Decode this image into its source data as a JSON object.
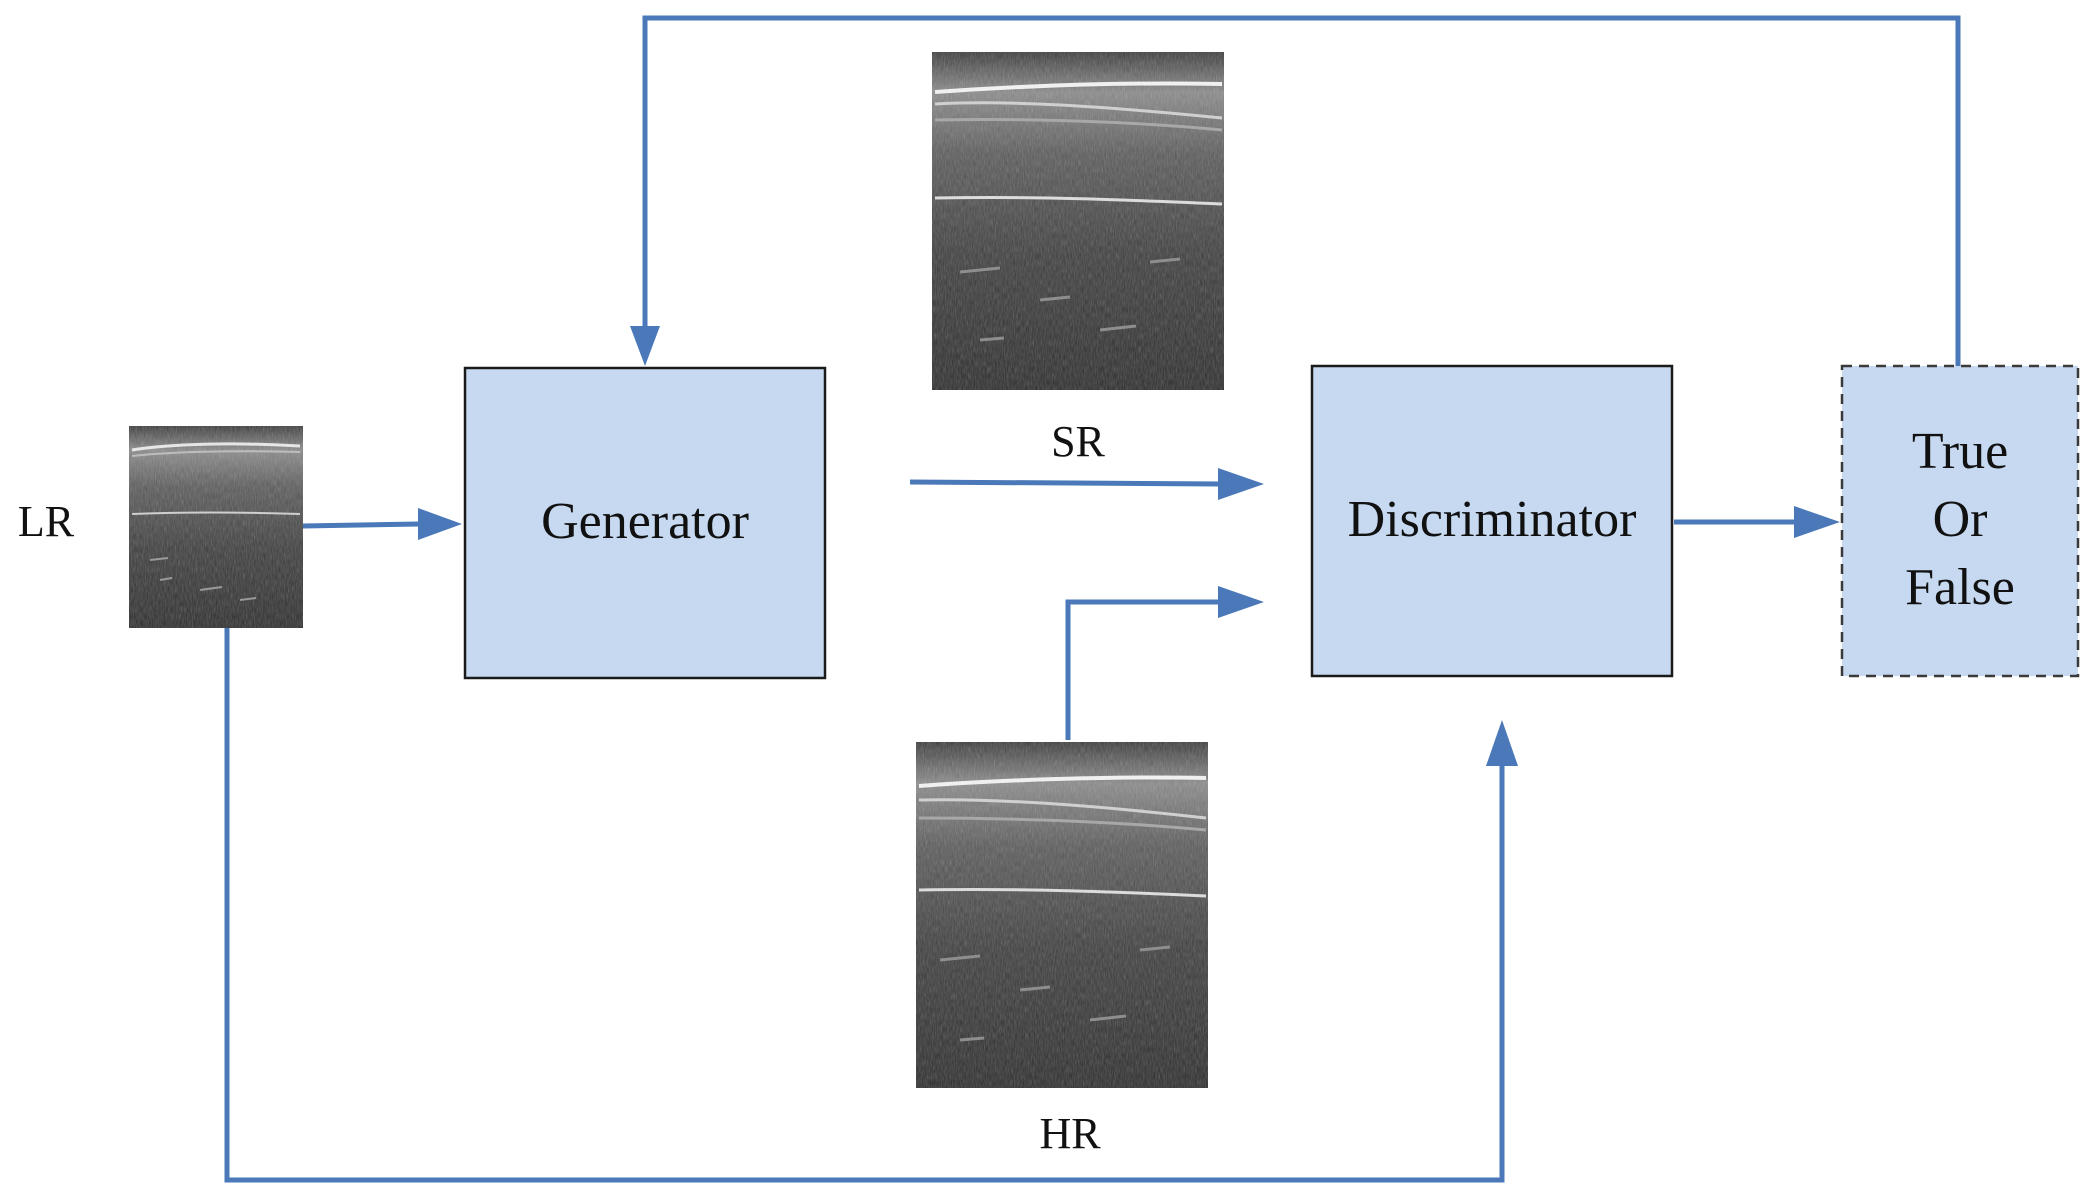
{
  "labels": {
    "lr": "LR",
    "sr": "SR",
    "hr": "HR"
  },
  "blocks": {
    "generator": "Generator",
    "discriminator": "Discriminator",
    "output_lines": [
      "True",
      "Or",
      "False"
    ]
  },
  "colors": {
    "box_fill": "#c6d9f0",
    "box_stroke": "#1a1a1a",
    "arrow": "#4a78b8",
    "image_dark": "#2b2b2b",
    "image_mid": "#555555",
    "image_streak": "#d8d8d8"
  },
  "images": {
    "lr": "ultrasound-image",
    "sr": "ultrasound-image",
    "hr": "ultrasound-image"
  }
}
